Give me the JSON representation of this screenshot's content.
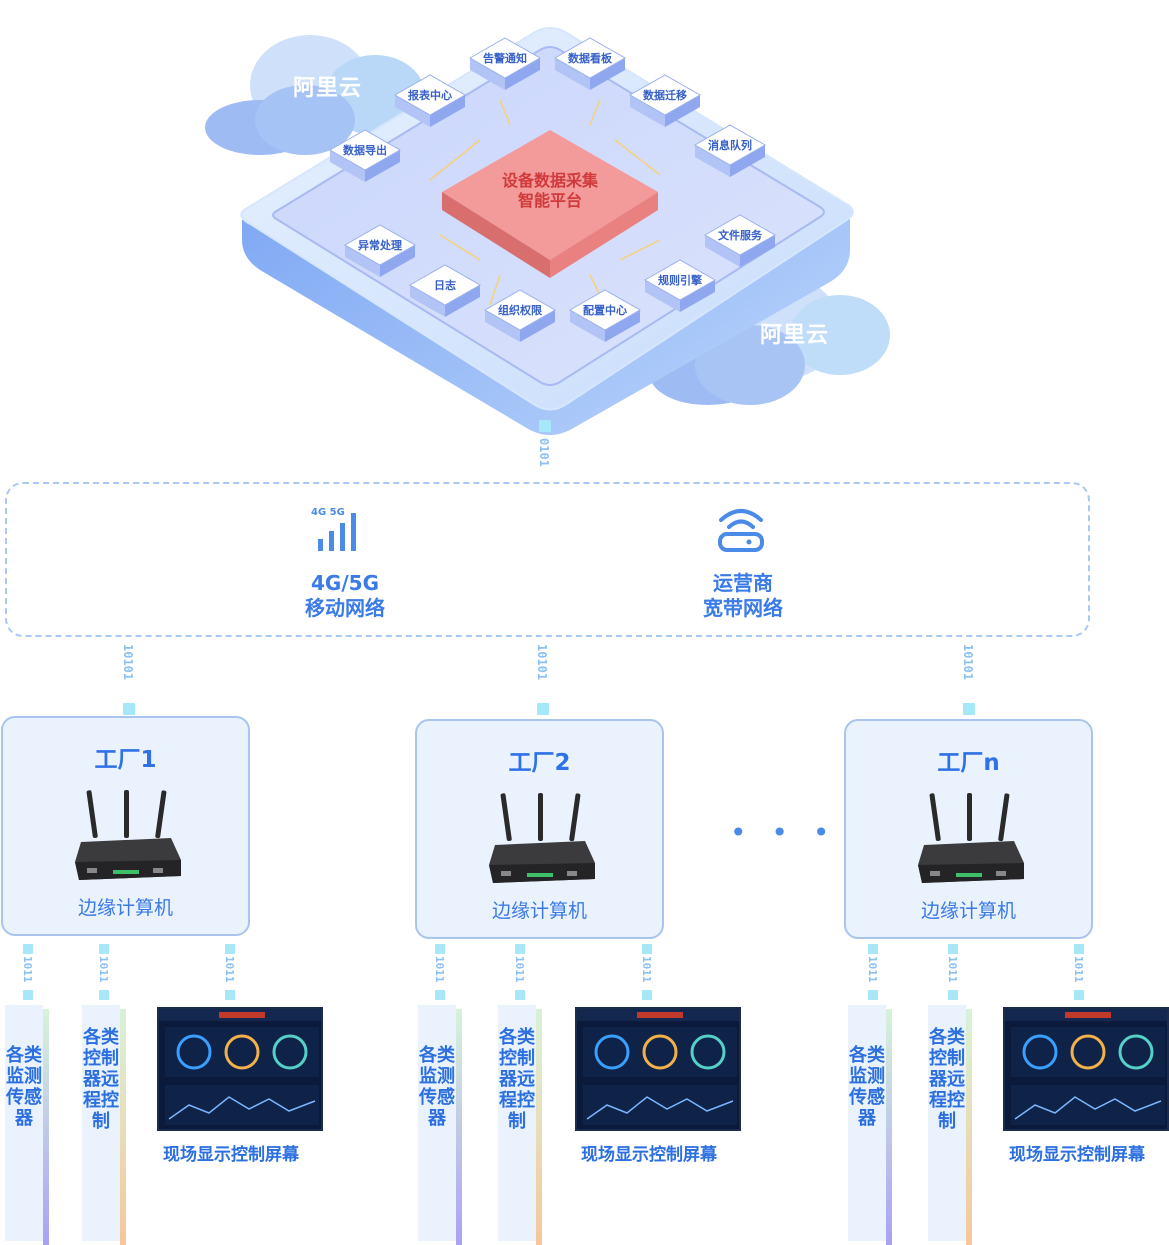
{
  "cloud": {
    "label": "阿里云"
  },
  "platform": {
    "title_line1": "设备数据采集",
    "title_line2": "智能平台",
    "modules": [
      "数据导出",
      "报表中心",
      "告警通知",
      "数据看板",
      "数据迁移",
      "消息队列",
      "异常处理",
      "日志",
      "组织权限",
      "配置中心",
      "规则引擎",
      "文件服务"
    ]
  },
  "stream": {
    "top": "0101",
    "mid": "10101",
    "small": "1011"
  },
  "network": {
    "mobile": {
      "badge": "4G 5G",
      "line1": "4G/5G",
      "line2": "移动网络"
    },
    "broadband": {
      "line1": "运营商",
      "line2": "宽带网络"
    }
  },
  "factories": [
    {
      "title": "工厂1",
      "device": "边缘计算机"
    },
    {
      "title": "工厂2",
      "device": "边缘计算机"
    },
    {
      "title": "工厂n",
      "device": "边缘计算机"
    }
  ],
  "ellipsis": "• • •",
  "devices": {
    "sensor": "各类监测传感器",
    "controller": "各类控制器远程控制",
    "screen": "现场显示控制屏幕"
  },
  "colors": {
    "accent": "#2c6fe0",
    "platform_core": "#f08a8a",
    "light_blue": "#a9c8f3"
  }
}
